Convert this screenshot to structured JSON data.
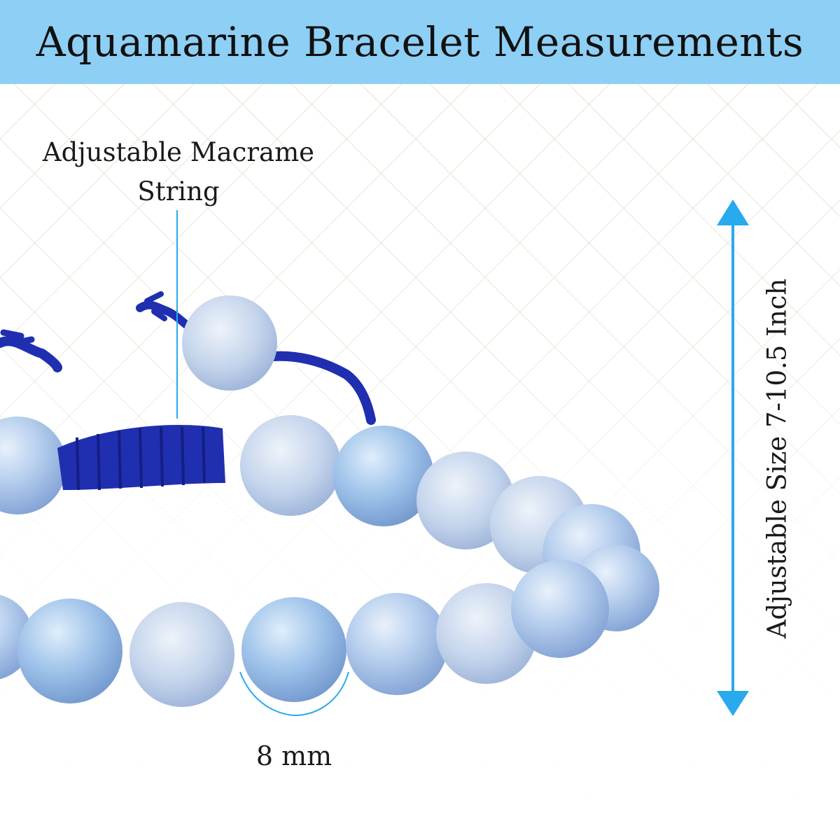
{
  "header": {
    "title": "Aquamarine Bracelet Measurements",
    "background": "#8ecff5"
  },
  "annotations": {
    "string_label": "Adjustable Macrame String",
    "size_label": "Adjustable Size 7-10.5 Inch",
    "bead_size_label": "8 mm"
  },
  "colors": {
    "accent": "#29a9ee",
    "bead": "#a9c6ea",
    "cord": "#1f2fb0",
    "pattern": "#e3d9c6"
  },
  "image": {
    "subject": "aquamarine bead bracelet with blue macrame cord",
    "background_pattern": "diamond lattice"
  }
}
